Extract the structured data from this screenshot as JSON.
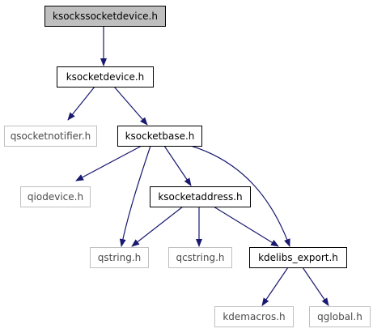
{
  "diagram": {
    "colors": {
      "background": "#ffffff",
      "edge": "#191970",
      "focus_fill": "#bfbfbf",
      "node_stroke": "#000000",
      "external_stroke": "#bfbfbf"
    },
    "nodes": [
      {
        "id": "ksockssocketdevice",
        "label": "ksockssocketdevice.h",
        "kind": "focus"
      },
      {
        "id": "ksocketdevice",
        "label": "ksocketdevice.h",
        "kind": "header"
      },
      {
        "id": "qsocketnotifier",
        "label": "qsocketnotifier.h",
        "kind": "external"
      },
      {
        "id": "ksocketbase",
        "label": "ksocketbase.h",
        "kind": "header"
      },
      {
        "id": "qiodevice",
        "label": "qiodevice.h",
        "kind": "external"
      },
      {
        "id": "ksocketaddress",
        "label": "ksocketaddress.h",
        "kind": "header"
      },
      {
        "id": "qstring",
        "label": "qstring.h",
        "kind": "external"
      },
      {
        "id": "qcstring",
        "label": "qcstring.h",
        "kind": "external"
      },
      {
        "id": "kdelibs_export",
        "label": "kdelibs_export.h",
        "kind": "header"
      },
      {
        "id": "kdemacros",
        "label": "kdemacros.h",
        "kind": "external"
      },
      {
        "id": "qglobal",
        "label": "qglobal.h",
        "kind": "external"
      }
    ],
    "edges": [
      {
        "from": "ksockssocketdevice",
        "to": "ksocketdevice"
      },
      {
        "from": "ksocketdevice",
        "to": "qsocketnotifier"
      },
      {
        "from": "ksocketdevice",
        "to": "ksocketbase"
      },
      {
        "from": "ksocketbase",
        "to": "qiodevice"
      },
      {
        "from": "ksocketbase",
        "to": "ksocketaddress"
      },
      {
        "from": "ksocketbase",
        "to": "qstring"
      },
      {
        "from": "ksocketbase",
        "to": "kdelibs_export"
      },
      {
        "from": "ksocketaddress",
        "to": "qstring"
      },
      {
        "from": "ksocketaddress",
        "to": "qcstring"
      },
      {
        "from": "ksocketaddress",
        "to": "kdelibs_export"
      },
      {
        "from": "kdelibs_export",
        "to": "kdemacros"
      },
      {
        "from": "kdelibs_export",
        "to": "qglobal"
      }
    ]
  }
}
